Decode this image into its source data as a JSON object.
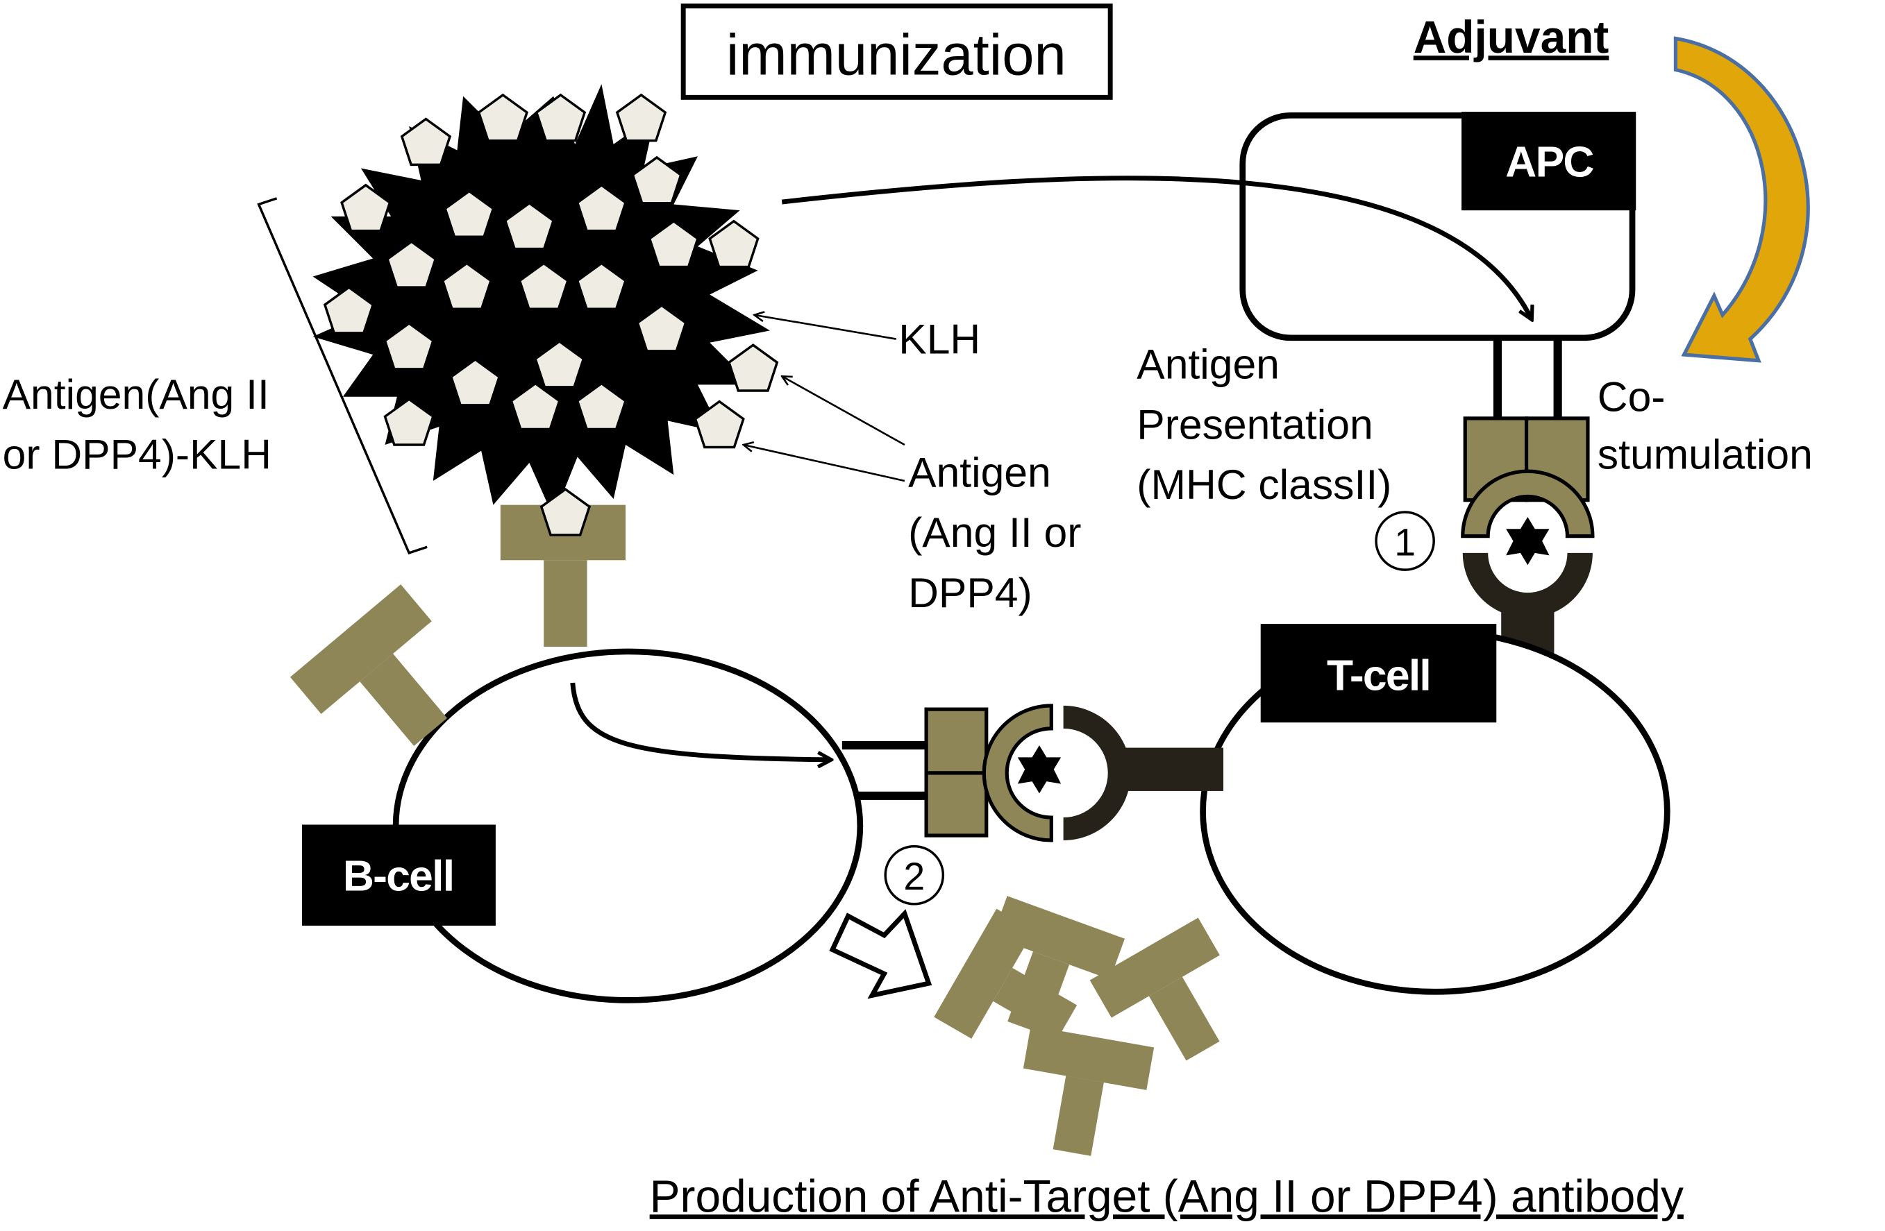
{
  "title": "immunization",
  "adjuvant": "Adjuvant",
  "apc_label": "APC",
  "tcell_label": "T-cell",
  "bcell_label": "B-cell",
  "klh_label": "KLH",
  "conjugate_label": [
    "Antigen(Ang II",
    "or DPP4)-KLH"
  ],
  "antigen_label": [
    "Antigen",
    "(Ang II or",
    "DPP4)"
  ],
  "presentation_label": [
    "Antigen",
    "Presentation",
    "(MHC classII)"
  ],
  "costim_label": [
    "Co-",
    "stumulation"
  ],
  "step1": "1",
  "step2": "2",
  "bottom_caption": "Production of Anti-Target (Ang II or DPP4) antibody",
  "colors": {
    "antibody": "#8f8658",
    "tcr": "#26221a",
    "adjuvant_arrow": "#e0a60a",
    "adjuvant_outline": "#4a6fa5",
    "antigen_fill": "#efede3"
  }
}
